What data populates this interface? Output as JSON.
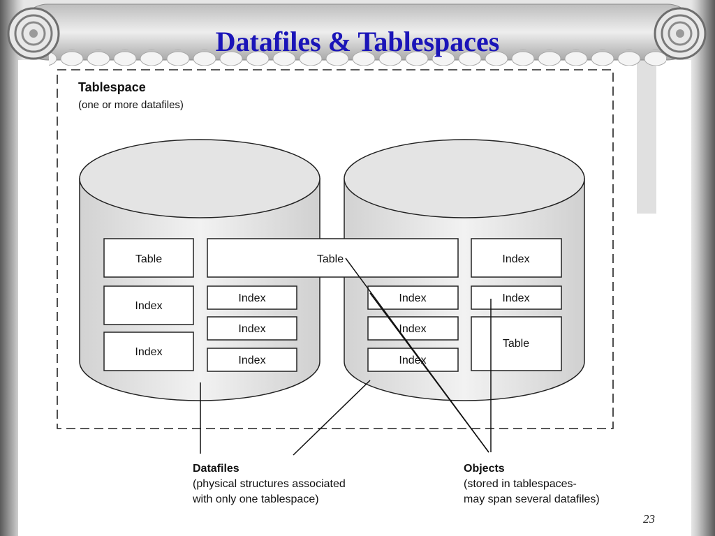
{
  "slide": {
    "title": "Datafiles & Tablespaces",
    "page_number": "23"
  },
  "diagram": {
    "tablespace_title": "Tablespace",
    "tablespace_subtitle": "(one or more datafiles)",
    "cylinder1": {
      "table_1": "Table",
      "index_1": "Index",
      "index_2": "Index",
      "index_3": "Index",
      "index_4": "Index",
      "index_5": "Index"
    },
    "spanning_table": "Table",
    "cylinder2": {
      "index_1": "Index",
      "index_2": "Index",
      "index_3": "Index",
      "index_4": "Index",
      "index_5": "Index",
      "table_1": "Table"
    },
    "datafiles_callout": {
      "title": "Datafiles",
      "line1": "(physical structures associated",
      "line2": "with only one tablespace)"
    },
    "objects_callout": {
      "title": "Objects",
      "line1": "(stored in tablespaces-",
      "line2": "may span several datafiles)"
    }
  }
}
